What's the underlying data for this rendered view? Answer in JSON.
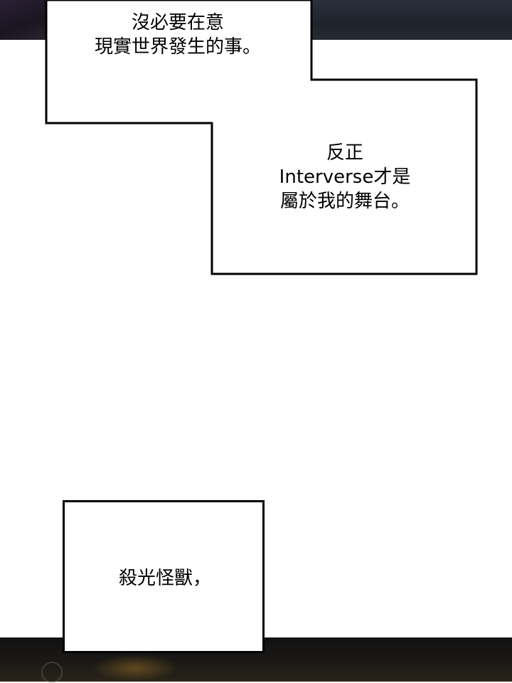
{
  "panel": {
    "bubble_1": {
      "line_1": "沒必要在意",
      "line_2": "現實世界發生的事。"
    },
    "bubble_2": {
      "line_1": "反正",
      "line_2": "Interverse才是",
      "line_3": "屬於我的舞台。"
    },
    "bubble_3": {
      "line_1": "殺光怪獸，"
    }
  },
  "colors": {
    "page_background": "#ffffff",
    "bubble_border": "#000000",
    "text": "#000000",
    "dark_scene": "#1f232c"
  }
}
